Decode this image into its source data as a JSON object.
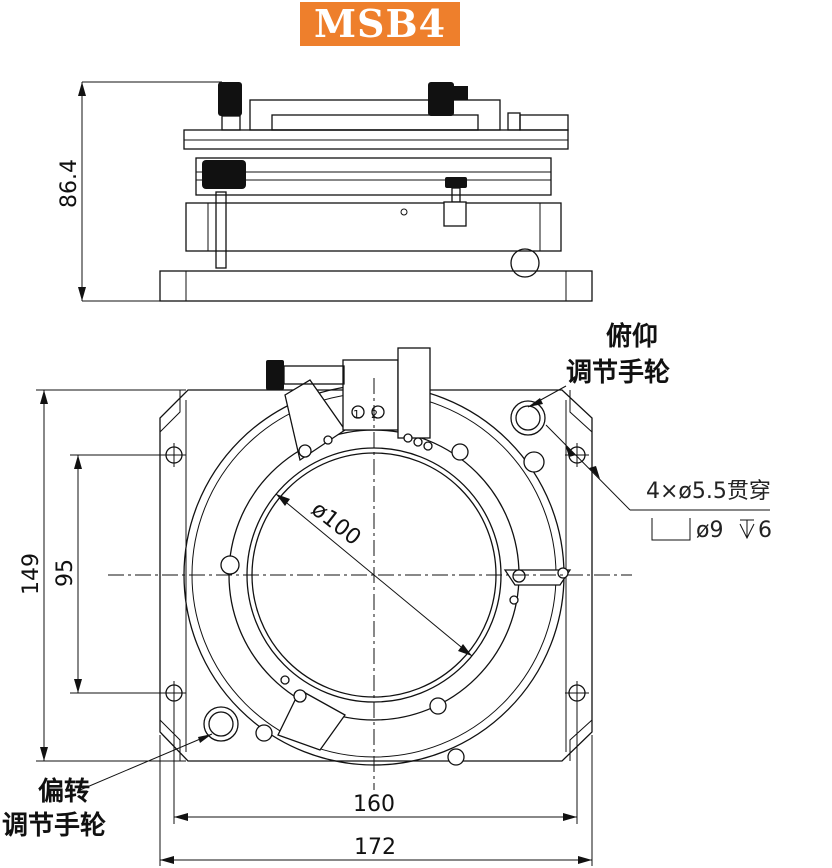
{
  "title": "MSB4",
  "colors": {
    "badge_bg": "#ee7f2c",
    "badge_text": "#ffffff",
    "line": "#111111"
  },
  "dimensions": {
    "height": "86.4",
    "outer_height": "149",
    "hole_spacing_v": "95",
    "aperture": "ø100",
    "hole_spacing_h": "160",
    "outer_width": "172"
  },
  "labels": {
    "pitch_line1": "俯仰",
    "pitch_line2": "调节手轮",
    "yaw_line1": "偏转",
    "yaw_line2": "调节手轮",
    "hole_spec": "4×ø5.5贯穿",
    "counterbore_spec": "ø9",
    "counterbore_depth": "6"
  }
}
